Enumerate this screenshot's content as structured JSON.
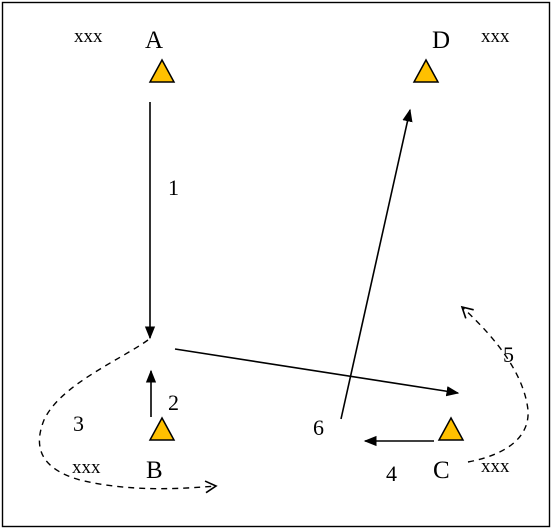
{
  "diagram": {
    "cones": [
      {
        "id": "A",
        "label": "A",
        "note": "xxx"
      },
      {
        "id": "D",
        "label": "D",
        "note": "xxx"
      },
      {
        "id": "B",
        "label": "B",
        "note": "xxx"
      },
      {
        "id": "C",
        "label": "C",
        "note": "xxx"
      }
    ],
    "steps": [
      "1",
      "2",
      "3",
      "4",
      "5",
      "6"
    ],
    "colors": {
      "cone_fill": "#FFC000",
      "cone_stroke": "#000000",
      "line": "#000000",
      "border": "#000000",
      "background": "#FFFFFF"
    },
    "line_styles": {
      "solid": [
        "1",
        "2",
        "4",
        "6"
      ],
      "dashed": [
        "3",
        "5"
      ]
    }
  }
}
